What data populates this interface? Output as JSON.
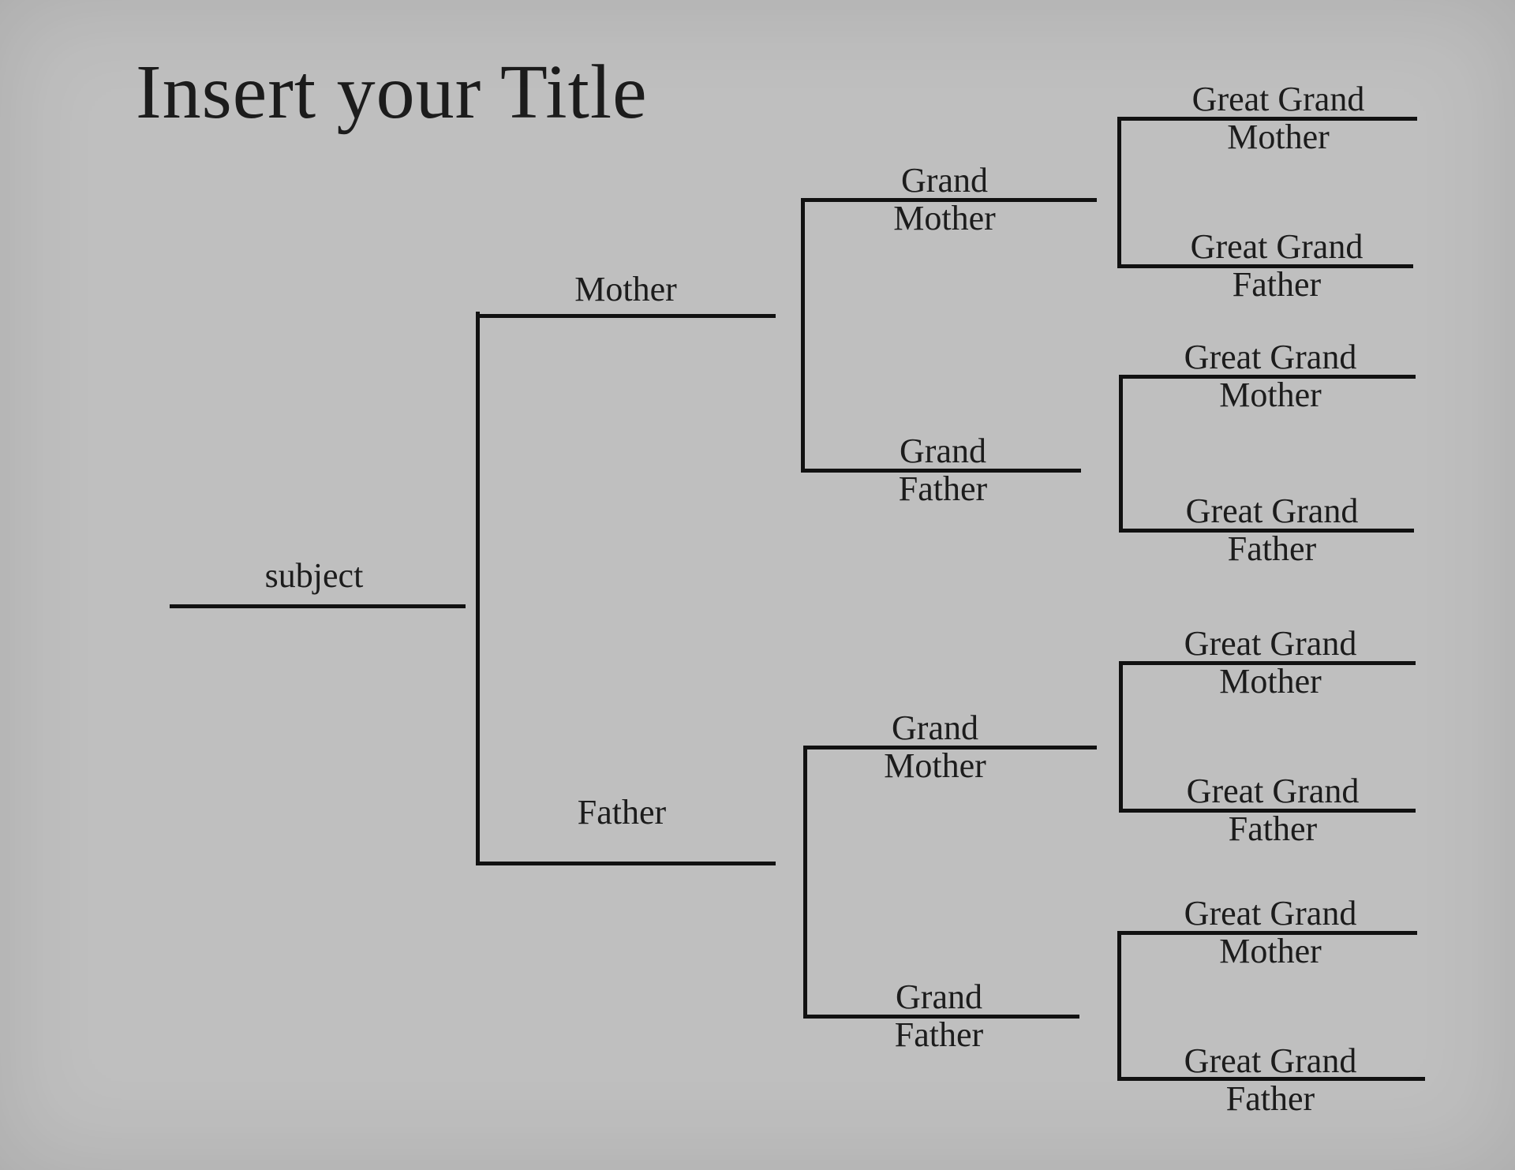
{
  "title": "Insert your Title",
  "colors": {
    "background": "#bfbfbf",
    "line": "#111111",
    "text": "#1c1c1c"
  },
  "nodes": {
    "subject": {
      "label": "subject"
    },
    "mother": {
      "label": "Mother"
    },
    "father": {
      "label": "Father"
    },
    "grand": [
      {
        "line1": "Grand",
        "line2": "Mother"
      },
      {
        "line1": "Grand",
        "line2": "Father"
      },
      {
        "line1": "Grand",
        "line2": "Mother"
      },
      {
        "line1": "Grand",
        "line2": "Father"
      }
    ],
    "great_grand": [
      {
        "line1": "Great Grand",
        "line2": "Mother"
      },
      {
        "line1": "Great Grand",
        "line2": "Father"
      },
      {
        "line1": "Great Grand",
        "line2": "Mother"
      },
      {
        "line1": "Great Grand",
        "line2": "Father"
      },
      {
        "line1": "Great Grand",
        "line2": "Mother"
      },
      {
        "line1": "Great Grand",
        "line2": "Father"
      },
      {
        "line1": "Great Grand",
        "line2": "Mother"
      },
      {
        "line1": "Great Grand",
        "line2": "Father"
      }
    ]
  }
}
